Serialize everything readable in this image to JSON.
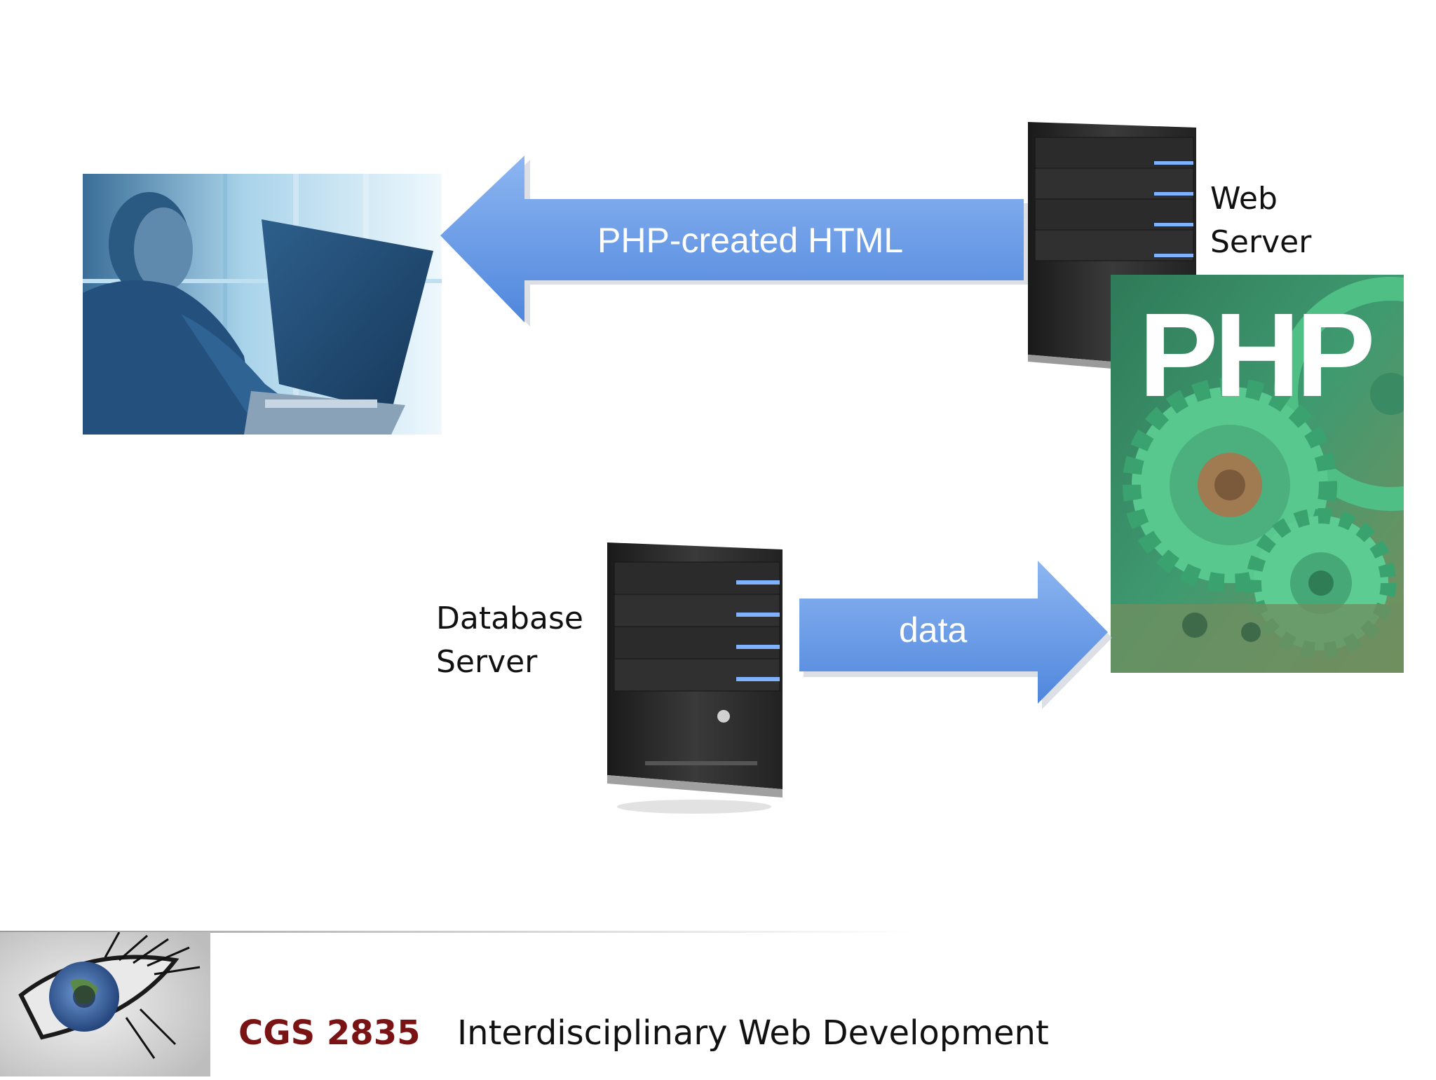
{
  "diagram": {
    "arrow_top_label": "PHP-created HTML",
    "arrow_bottom_label": "data",
    "web_server_label": [
      "Web",
      "Server"
    ],
    "database_server_label": [
      "Database",
      "Server"
    ],
    "php_logo_text": "PHP"
  },
  "footer": {
    "course_code": "CGS 2835",
    "course_title": "Interdisciplinary Web Development"
  },
  "colors": {
    "arrow": "#6fa0e8",
    "footer_code": "#7a1414",
    "gear": "#4fbf85"
  }
}
